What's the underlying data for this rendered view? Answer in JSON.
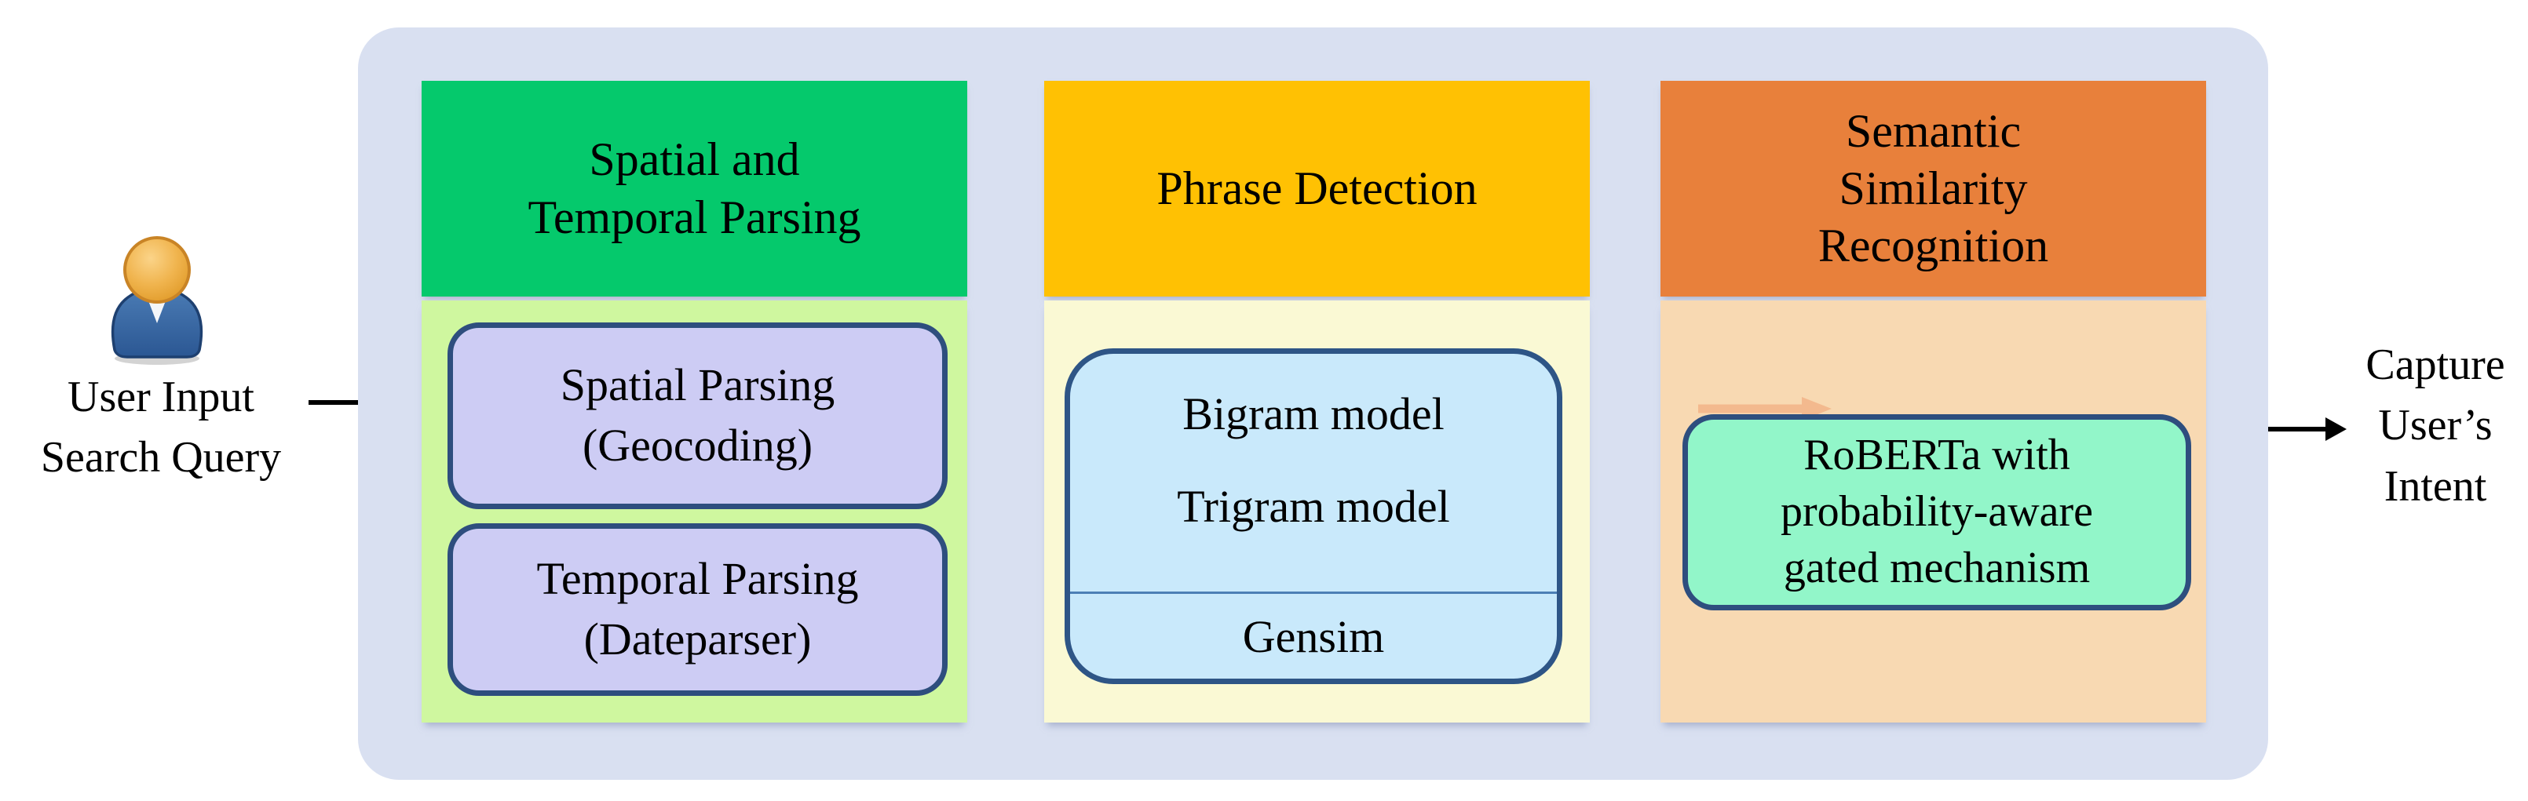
{
  "input": {
    "icon": "person",
    "label": "User Input\nSearch Query"
  },
  "output": {
    "label": "Capture\nUser’s\nIntent"
  },
  "stages": [
    {
      "title": "Spatial and\nTemporal Parsing",
      "nodes": [
        {
          "label": "Spatial Parsing\n(Geocoding)"
        },
        {
          "label": "Temporal Parsing\n(Dateparser)"
        }
      ]
    },
    {
      "title": "Phrase Detection",
      "node": {
        "top_labels": [
          "Bigram model",
          "Trigram model"
        ],
        "bottom_label": "Gensim"
      }
    },
    {
      "title": "Semantic\nSimilarity\nRecognition",
      "nodes": [
        {
          "label": "RoBERTa with\nprobability-aware\ngated mechanism"
        }
      ]
    }
  ],
  "colors": {
    "container_bg": "#D9E0F1",
    "stage1_header": "#05C96C",
    "stage1_body": "#CFF79F",
    "stage2_header": "#FFC103",
    "stage2_body": "#FAF9D4",
    "stage3_header": "#E8803B",
    "stage3_body": "#F8D9B2",
    "node_purple_fill": "#CDCCF4",
    "node_blue_fill": "#C9E9FB",
    "node_mint_fill": "#92F6C9",
    "node_border": "#2E4E7E",
    "arrow_black": "#000000",
    "arrow_peach": "#F3B98E"
  }
}
